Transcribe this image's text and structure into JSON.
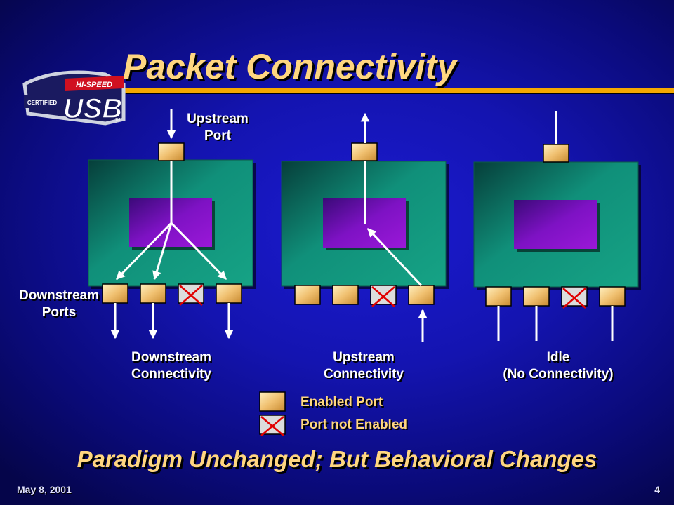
{
  "slide": {
    "title": "Packet Connectivity",
    "logo": {
      "top_text": "HI-SPEED",
      "side_text": "CERTIFIED",
      "main_text": "USB",
      "tm": "TM"
    },
    "labels": {
      "upstream_port_line1": "Upstream",
      "upstream_port_line2": "Port",
      "downstream_ports_line1": "Downstream",
      "downstream_ports_line2": "Ports"
    },
    "hubs": [
      {
        "caption_line1": "Downstream",
        "caption_line2": "Connectivity"
      },
      {
        "caption_line1": "Upstream",
        "caption_line2": "Connectivity"
      },
      {
        "caption_line1": "Idle",
        "caption_line2": "(No Connectivity)"
      }
    ],
    "legend": {
      "enabled": "Enabled Port",
      "not_enabled": "Port not Enabled"
    },
    "footer": "Paradigm Unchanged; But Behavioral Changes",
    "date": "May 8, 2001",
    "page_number": "4",
    "colors": {
      "background": "#1414b0",
      "title": "#ffd680",
      "rule": "#f5a800",
      "hub": "#129a7a",
      "chip": "#8a10c8",
      "port": "#f0c070",
      "disabled_mark": "#e00000"
    }
  }
}
